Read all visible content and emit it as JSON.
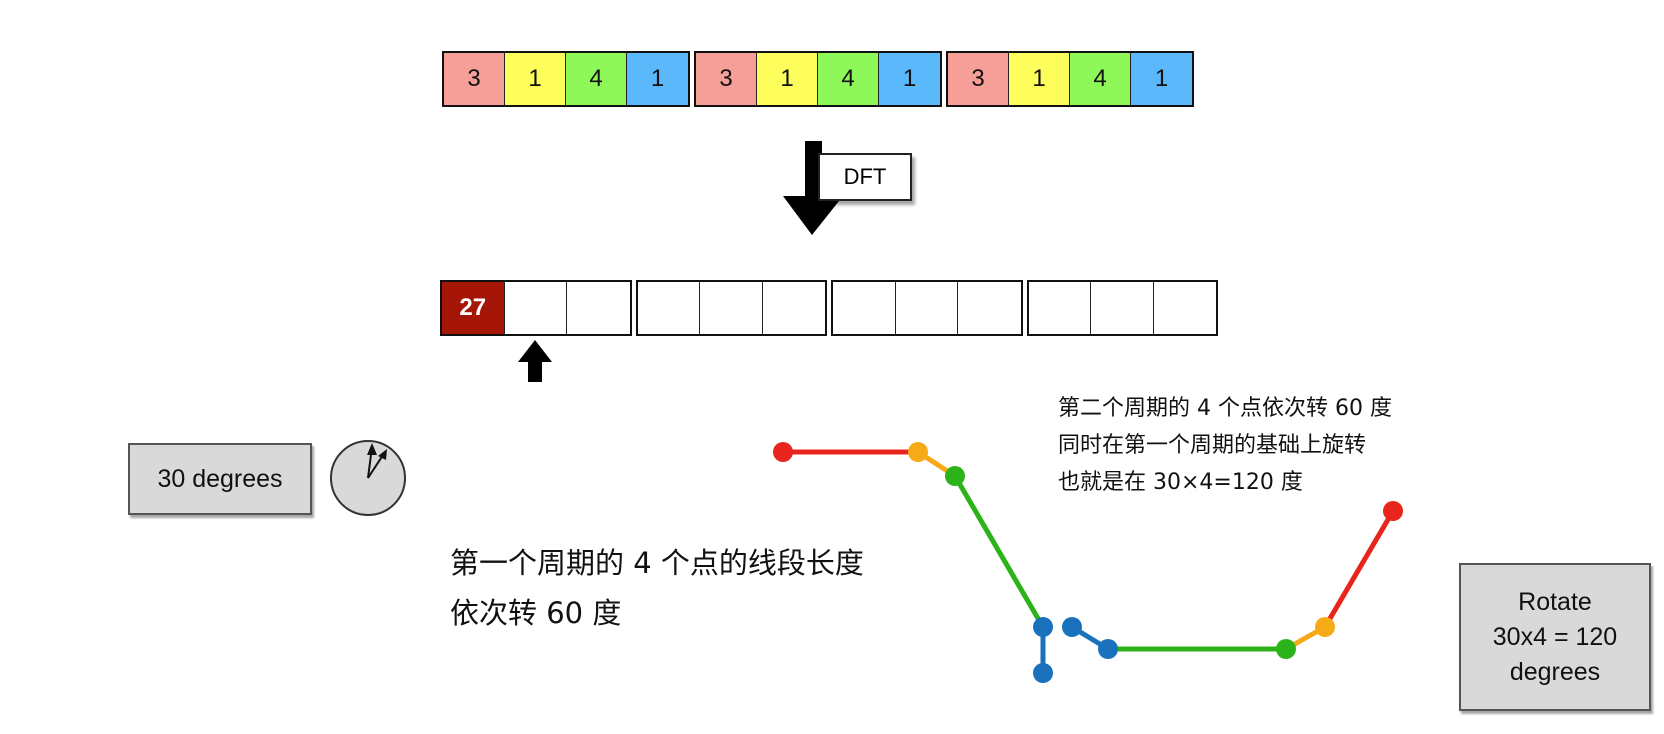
{
  "input_sequence": {
    "groups": [
      [
        "3",
        "1",
        "4",
        "1"
      ],
      [
        "3",
        "1",
        "4",
        "1"
      ],
      [
        "3",
        "1",
        "4",
        "1"
      ]
    ],
    "cell_colors": [
      "#f59f98",
      "#fdfd5c",
      "#8ef858",
      "#5ab8fb"
    ]
  },
  "transform_label": "DFT",
  "output_sequence": {
    "groups": [
      [
        "27",
        "",
        ""
      ],
      [
        "",
        "",
        ""
      ],
      [
        "",
        "",
        ""
      ],
      [
        "",
        "",
        ""
      ]
    ],
    "dc_color": "#a51508"
  },
  "degrees_label": "30 degrees",
  "rotate_box": {
    "lines": [
      "Rotate",
      "30x4 = 120",
      "degrees"
    ]
  },
  "note_period2": [
    "第二个周期的 4 个点依次转 60 度",
    "同时在第一个周期的基础上旋转",
    "也就是在 30×4=120 度"
  ],
  "note_period1": [
    "第一个周期的 4 个点的线段长度",
    "依次转 60 度"
  ],
  "segment_colors": {
    "red": "#e8251c",
    "orange": "#f7aa17",
    "green": "#2cb31a",
    "blue": "#1a72bd"
  }
}
